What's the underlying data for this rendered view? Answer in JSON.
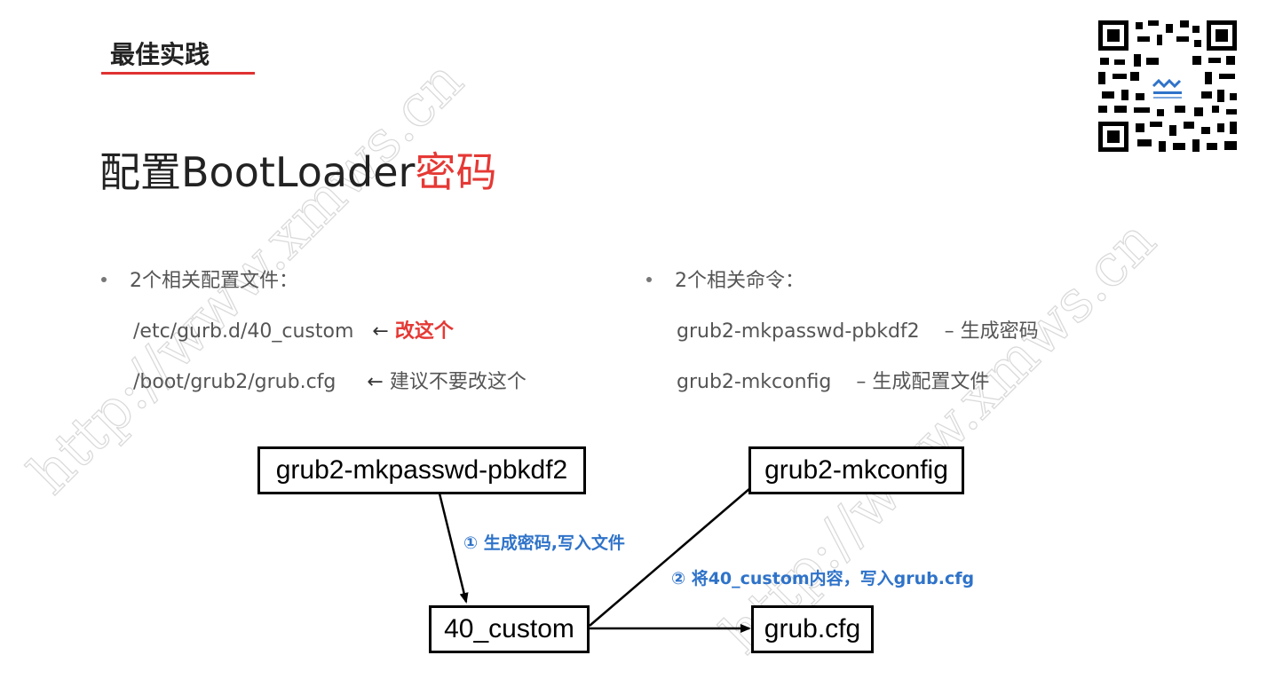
{
  "header": {
    "section": "最佳实践"
  },
  "title": {
    "main": "配置BootLoader",
    "accent": "密码"
  },
  "left_col": {
    "heading": "2个相关配置文件：",
    "files": [
      {
        "path": "/etc/gurb.d/40_custom",
        "arrow": "←",
        "note": "改这个"
      },
      {
        "path": "/boot/grub2/grub.cfg",
        "arrow": "←",
        "note": "建议不要改这个"
      }
    ]
  },
  "right_col": {
    "heading": "2个相关命令：",
    "commands": [
      {
        "cmd": "grub2-mkpasswd-pbkdf2",
        "desc": "– 生成密码"
      },
      {
        "cmd": "grub2-mkconfig",
        "desc": "– 生成配置文件"
      }
    ]
  },
  "diagram": {
    "nodes": {
      "mkpasswd": "grub2-mkpasswd-pbkdf2",
      "mkconfig": "grub2-mkconfig",
      "custom": "40_custom",
      "grubcfg": "grub.cfg"
    },
    "edge_labels": {
      "step1": "① 生成密码,写入文件",
      "step2": "② 将40_custom内容，写入grub.cfg"
    },
    "colors": {
      "edge_label": "#2f73c9",
      "accent": "#e53935"
    }
  }
}
